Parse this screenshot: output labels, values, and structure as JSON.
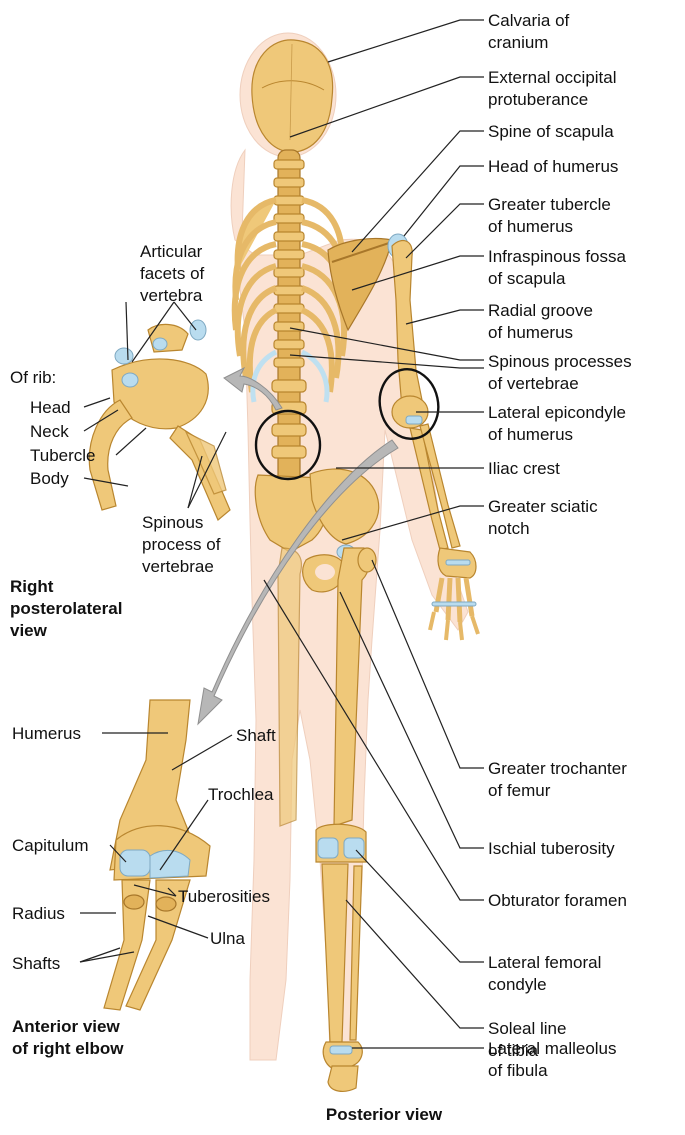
{
  "views": {
    "posterior": "Posterior view",
    "posterolateral": [
      "Right",
      "posterolateral",
      "view"
    ],
    "elbow": [
      "Anterior view",
      "of right elbow"
    ]
  },
  "labels": {
    "calvaria": [
      "Calvaria of",
      "cranium"
    ],
    "occipital": [
      "External occipital",
      "protuberance"
    ],
    "spine_scapula": [
      "Spine of scapula"
    ],
    "head_humerus": [
      "Head of humerus"
    ],
    "greater_tubercle": [
      "Greater tubercle",
      "of humerus"
    ],
    "infraspinous": [
      "Infraspinous fossa",
      "of scapula"
    ],
    "radial_groove": [
      "Radial groove",
      "of humerus"
    ],
    "spinous_vertebrae": [
      "Spinous processes",
      "of vertebrae"
    ],
    "lateral_epicondyle": [
      "Lateral epicondyle",
      "of humerus"
    ],
    "iliac_crest": [
      "Iliac crest"
    ],
    "sciatic_notch": [
      "Greater sciatic",
      "notch"
    ],
    "greater_trochanter": [
      "Greater trochanter",
      "of femur"
    ],
    "ischial": [
      "Ischial tuberosity"
    ],
    "obturator": [
      "Obturator foramen"
    ],
    "femoral_condyle": [
      "Lateral femoral",
      "condyle"
    ],
    "soleal": [
      "Soleal line",
      "of tibia"
    ],
    "malleolus": [
      "Lateral malleolus",
      "of fibula"
    ],
    "articular": [
      "Articular",
      "facets of",
      "vertebra"
    ],
    "of_rib": [
      "Of rib:"
    ],
    "head": [
      "Head"
    ],
    "neck": [
      "Neck"
    ],
    "tubercle": [
      "Tubercle"
    ],
    "body": [
      "Body"
    ],
    "spinous_process": [
      "Spinous",
      "process of",
      "vertebrae"
    ],
    "humerus": [
      "Humerus"
    ],
    "shaft": [
      "Shaft"
    ],
    "capitulum": [
      "Capitulum"
    ],
    "trochlea": [
      "Trochlea"
    ],
    "tuberosities": [
      "Tuberosities"
    ],
    "radius": [
      "Radius"
    ],
    "ulna": [
      "Ulna"
    ],
    "shafts": [
      "Shafts"
    ]
  }
}
